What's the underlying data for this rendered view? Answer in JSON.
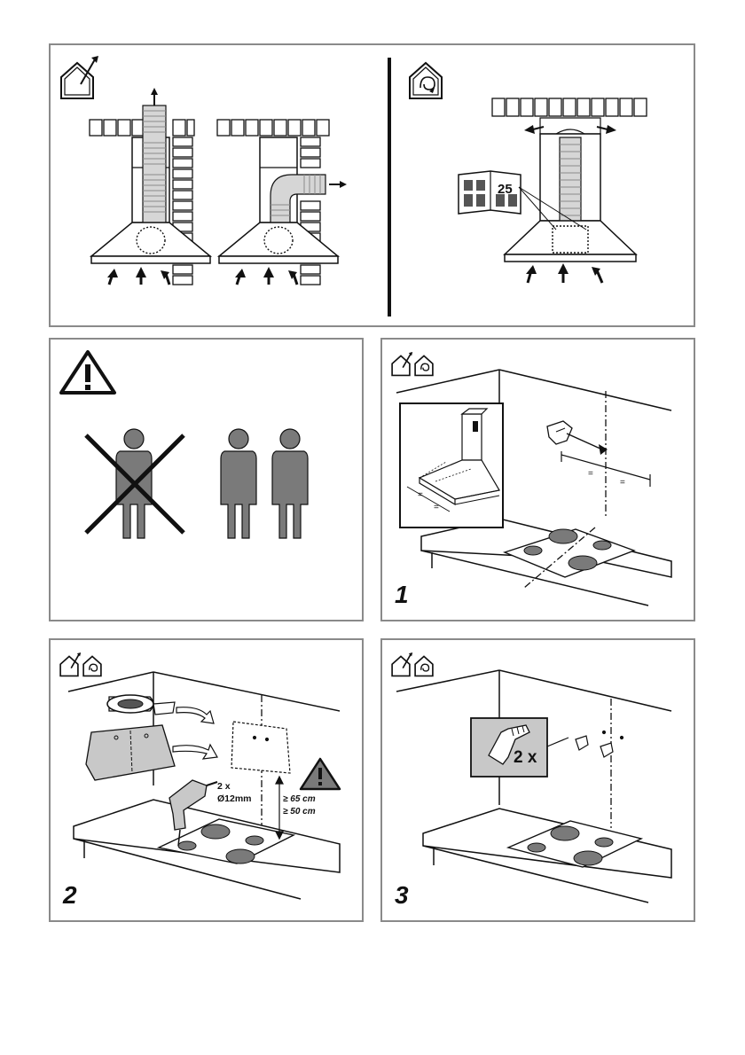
{
  "panel_top": {
    "book_page_ref": "25"
  },
  "panel_warning": {},
  "panel_step1": {
    "step_number": "1",
    "equal_marks": [
      "=",
      "=",
      "=",
      "="
    ]
  },
  "panel_step2": {
    "step_number": "2",
    "drill_count": "2 x",
    "drill_diameter": "Ø12mm",
    "dim_upper": "≥ 65 cm",
    "dim_lower": "≥ 50 cm"
  },
  "panel_step3": {
    "step_number": "3",
    "plug_count": "2 x"
  },
  "icons": [
    "ducted-mode-icon",
    "recirculation-mode-icon",
    "warning-icon"
  ],
  "colors": {
    "figure_gray": "#7a7a7a",
    "border": "#8a8a8a",
    "inset_gray": "#c8c8c8"
  }
}
